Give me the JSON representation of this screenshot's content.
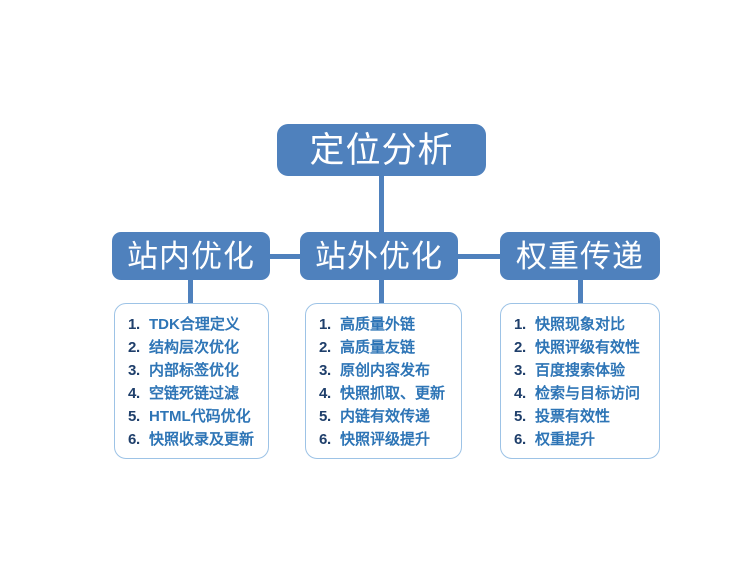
{
  "diagram": {
    "title": "定位分析",
    "colors": {
      "box_fill": "#4f81bd",
      "box_text": "#ffffff",
      "connector": "#4f81bd",
      "list_border": "#9dc3e6",
      "list_number": "#1f3f6b",
      "list_text": "#2e75b6",
      "background": "#ffffff"
    },
    "root": {
      "label": "定位分析"
    },
    "branches": [
      {
        "key": "onsite",
        "label": "站内优化",
        "items": [
          {
            "num": "1.",
            "text": "TDK合理定义"
          },
          {
            "num": "2.",
            "text": "结构层次优化"
          },
          {
            "num": "3.",
            "text": "内部标签优化"
          },
          {
            "num": "4.",
            "text": "空链死链过滤"
          },
          {
            "num": "5.",
            "text": "HTML代码优化"
          },
          {
            "num": "6.",
            "text": "快照收录及更新"
          }
        ]
      },
      {
        "key": "offsite",
        "label": "站外优化",
        "items": [
          {
            "num": "1.",
            "text": "高质量外链"
          },
          {
            "num": "2.",
            "text": "高质量友链"
          },
          {
            "num": "3.",
            "text": "原创内容发布"
          },
          {
            "num": "4.",
            "text": "快照抓取、更新"
          },
          {
            "num": "5.",
            "text": "内链有效传递"
          },
          {
            "num": "6.",
            "text": "快照评级提升"
          }
        ]
      },
      {
        "key": "weight",
        "label": "权重传递",
        "items": [
          {
            "num": "1.",
            "text": "快照现象对比"
          },
          {
            "num": "2.",
            "text": "快照评级有效性"
          },
          {
            "num": "3.",
            "text": "百度搜索体验"
          },
          {
            "num": "4.",
            "text": "检索与目标访问"
          },
          {
            "num": "5.",
            "text": "投票有效性"
          },
          {
            "num": "6.",
            "text": "权重提升"
          }
        ]
      }
    ]
  }
}
